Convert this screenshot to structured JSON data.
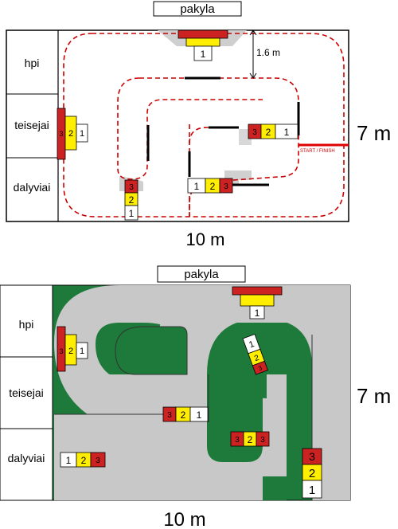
{
  "top_plan": {
    "header_label": "pakyla",
    "side_labels": [
      "hpi",
      "teisejai",
      "dalyviai"
    ],
    "width_label": "10 m",
    "height_label": "7 m",
    "gap_label": "1.6 m",
    "start_finish_label": "START / FINISH"
  },
  "bottom_plan": {
    "header_label": "pakyla",
    "side_labels": [
      "hpi",
      "teisejai",
      "dalyviai"
    ],
    "width_label": "10 m",
    "height_label": "7 m"
  },
  "podium": {
    "places": [
      "1",
      "2",
      "3"
    ],
    "colors": {
      "first": "#ffffff",
      "second": "#ffee00",
      "third": "#cc2222"
    }
  },
  "colors": {
    "track_line": "#cc0000",
    "track_surface": "#c8c8c8",
    "grass": "#1e7a3a",
    "zone": "#cfcfcf"
  }
}
